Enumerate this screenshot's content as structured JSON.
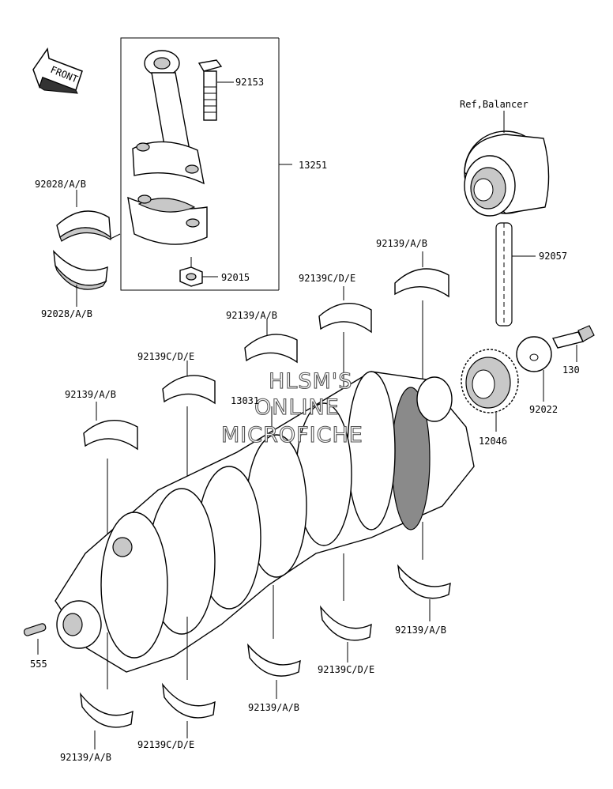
{
  "direction_arrow": {
    "label": "FRONT"
  },
  "reference": {
    "label": "Ref,Balancer"
  },
  "watermark": {
    "line1": "HLSM'S",
    "line2": "ONLINE",
    "line3": "MICROFICHE"
  },
  "parts": [
    {
      "id": "p_92153",
      "number": "92153"
    },
    {
      "id": "p_13251",
      "number": "13251"
    },
    {
      "id": "p_92015",
      "number": "92015"
    },
    {
      "id": "p_92028_top",
      "number": "92028/A/B"
    },
    {
      "id": "p_92028_bot",
      "number": "92028/A/B"
    },
    {
      "id": "p_92057",
      "number": "92057"
    },
    {
      "id": "p_92139_tr",
      "number": "92139/A/B"
    },
    {
      "id": "p_92139cde_1",
      "number": "92139C/D/E"
    },
    {
      "id": "p_92139_2",
      "number": "92139/A/B"
    },
    {
      "id": "p_92139cde_3",
      "number": "92139C/D/E"
    },
    {
      "id": "p_92139_4",
      "number": "92139/A/B"
    },
    {
      "id": "p_13031",
      "number": "13031"
    },
    {
      "id": "p_130",
      "number": "130"
    },
    {
      "id": "p_92022",
      "number": "92022"
    },
    {
      "id": "p_12046",
      "number": "12046"
    },
    {
      "id": "p_92139_br",
      "number": "92139/A/B"
    },
    {
      "id": "p_92139cde_b1",
      "number": "92139C/D/E"
    },
    {
      "id": "p_92139_b2",
      "number": "92139/A/B"
    },
    {
      "id": "p_92139cde_b3",
      "number": "92139C/D/E"
    },
    {
      "id": "p_92139_b4",
      "number": "92139/A/B"
    },
    {
      "id": "p_555",
      "number": "555"
    }
  ]
}
